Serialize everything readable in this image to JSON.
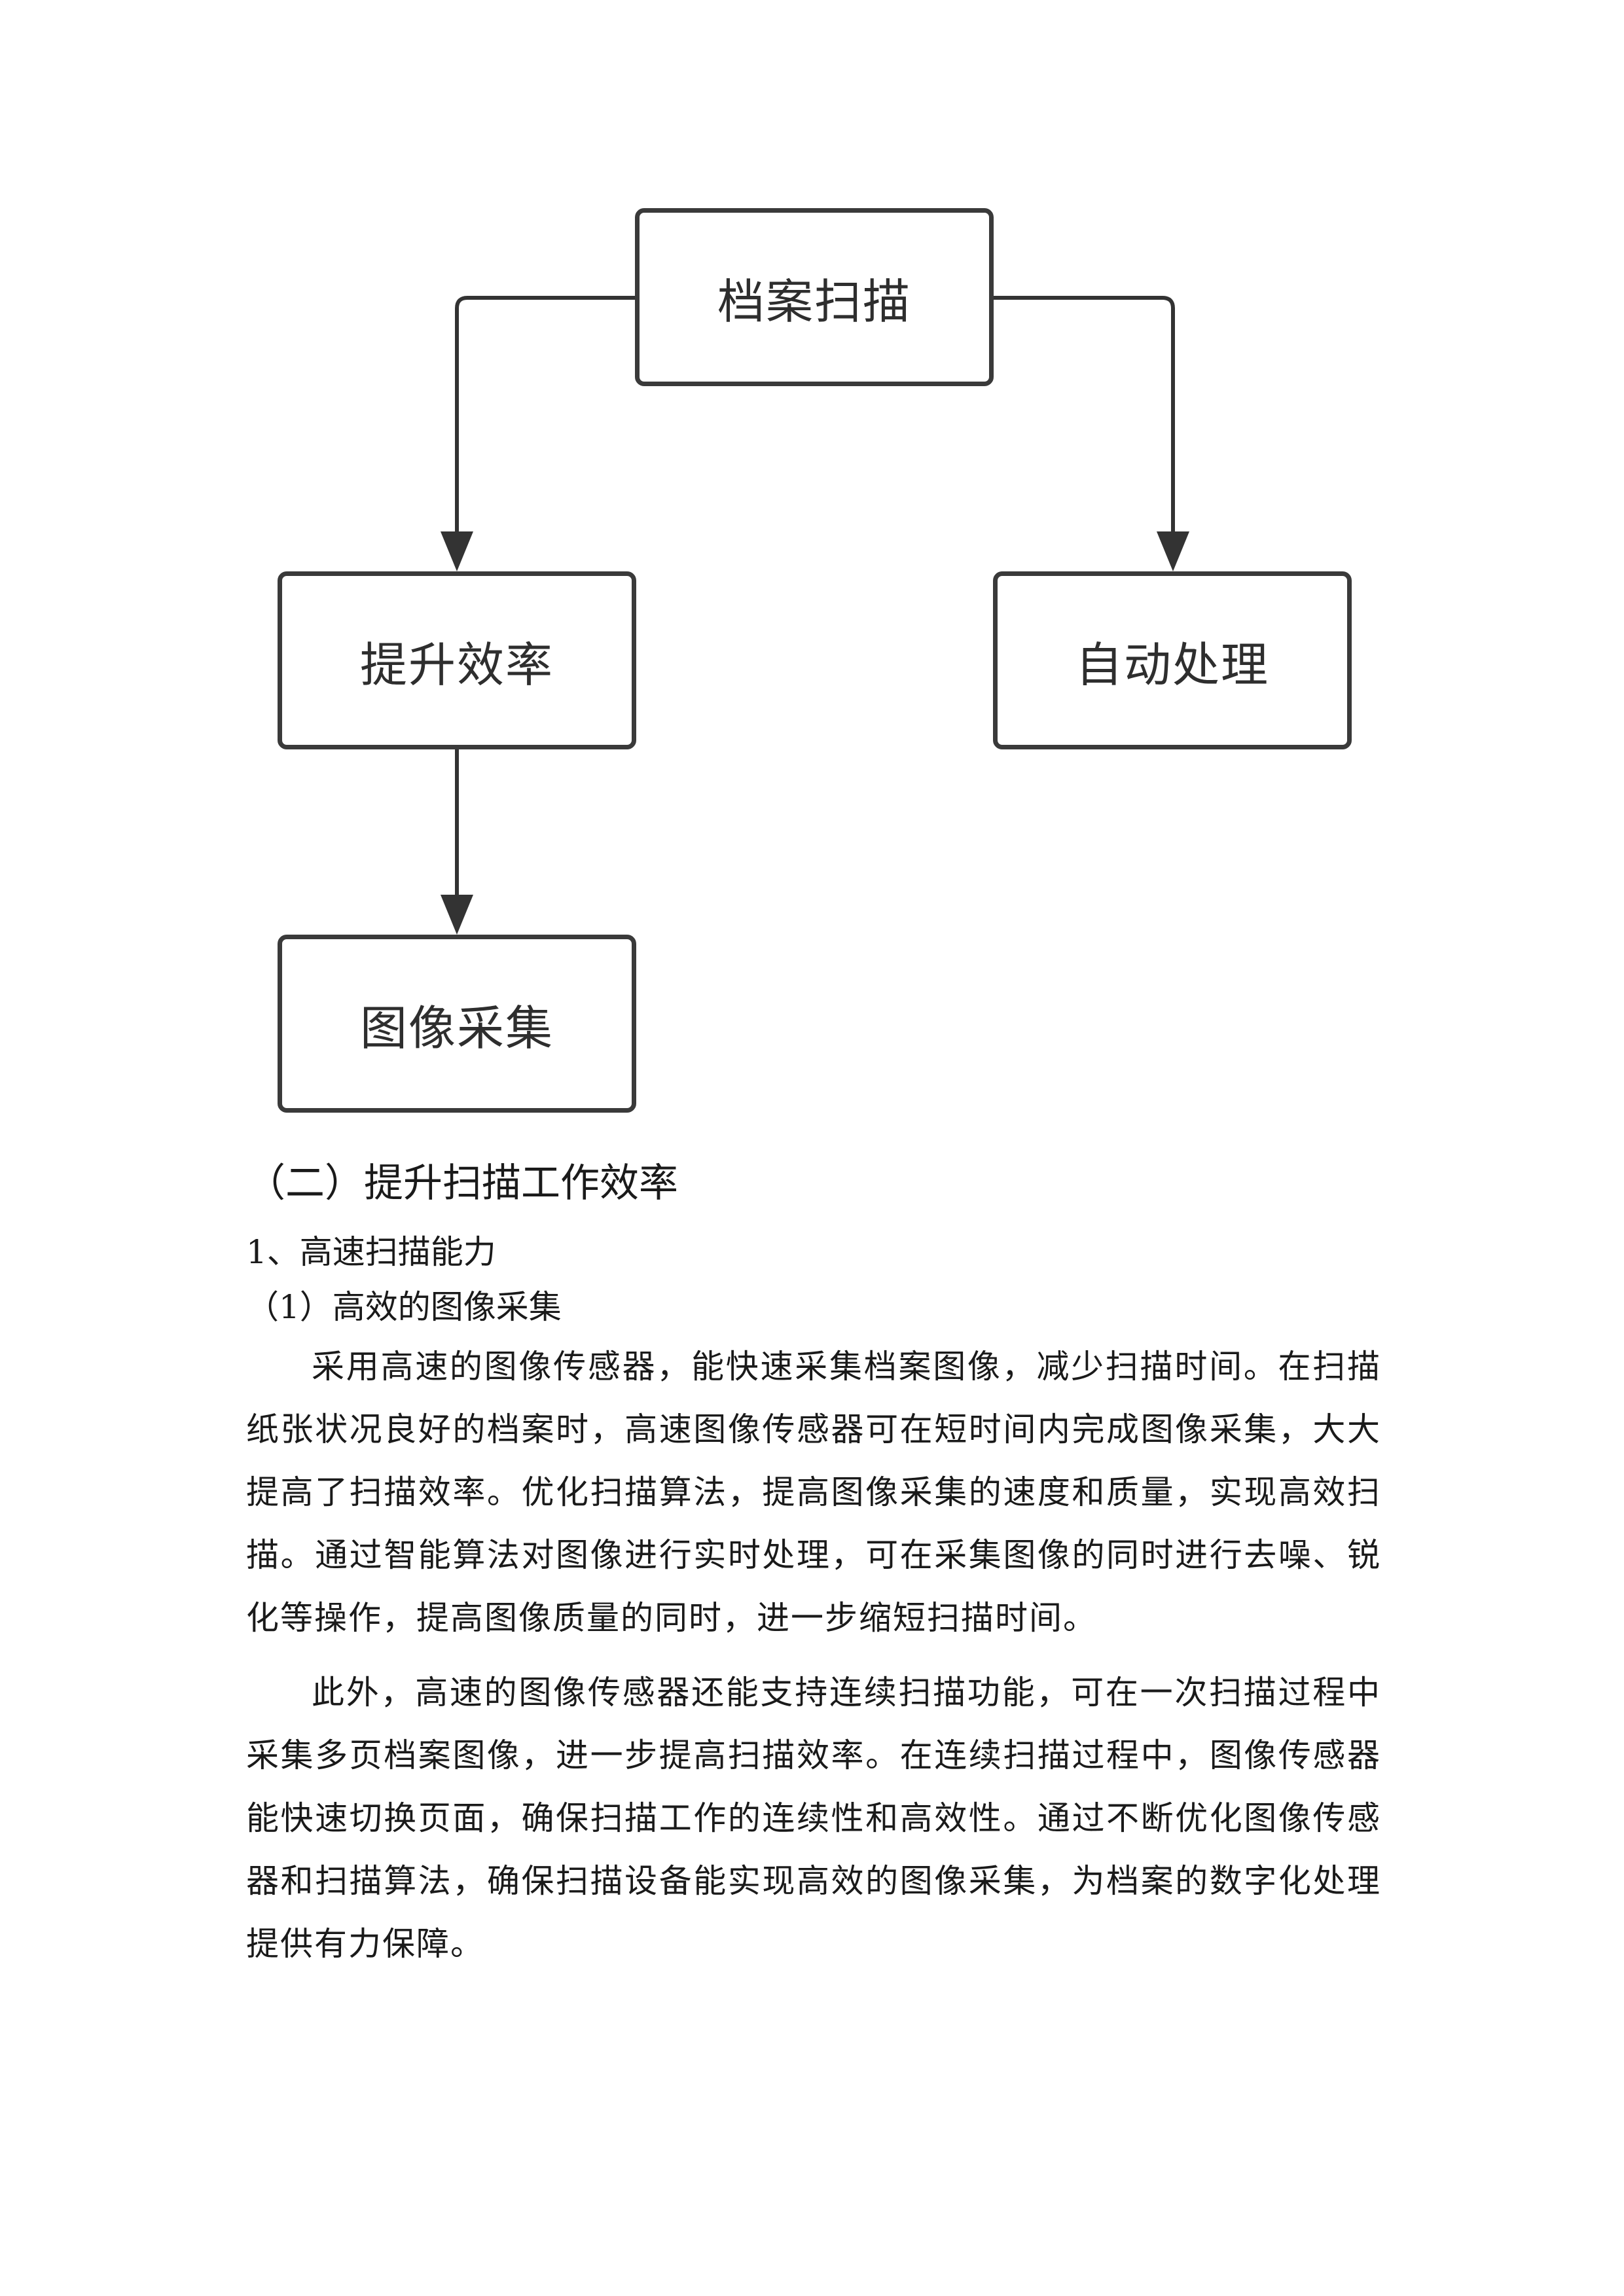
{
  "flowchart": {
    "root": "档案扫描",
    "left": "提升效率",
    "right": "自动处理",
    "bottom": "图像采集"
  },
  "section": {
    "heading": "（二）提升扫描工作效率",
    "sub1": "1、高速扫描能力",
    "sub2": "（1）高效的图像采集",
    "paragraph1": "采用高速的图像传感器，能快速采集档案图像，减少扫描时间。在扫描纸张状况良好的档案时，高速图像传感器可在短时间内完成图像采集，大大提高了扫描效率。优化扫描算法，提高图像采集的速度和质量，实现高效扫描。通过智能算法对图像进行实时处理，可在采集图像的同时进行去噪、锐化等操作，提高图像质量的同时，进一步缩短扫描时间。",
    "paragraph2": "此外，高速的图像传感器还能支持连续扫描功能，可在一次扫描过程中采集多页档案图像，进一步提高扫描效率。在连续扫描过程中，图像传感器能快速切换页面，确保扫描工作的连续性和高效性。通过不断优化图像传感器和扫描算法，确保扫描设备能实现高效的图像采集，为档案的数字化处理提供有力保障。"
  },
  "colors": {
    "node_border": "#3a3a3a",
    "connector": "#333333",
    "text": "#1a1a1a"
  }
}
